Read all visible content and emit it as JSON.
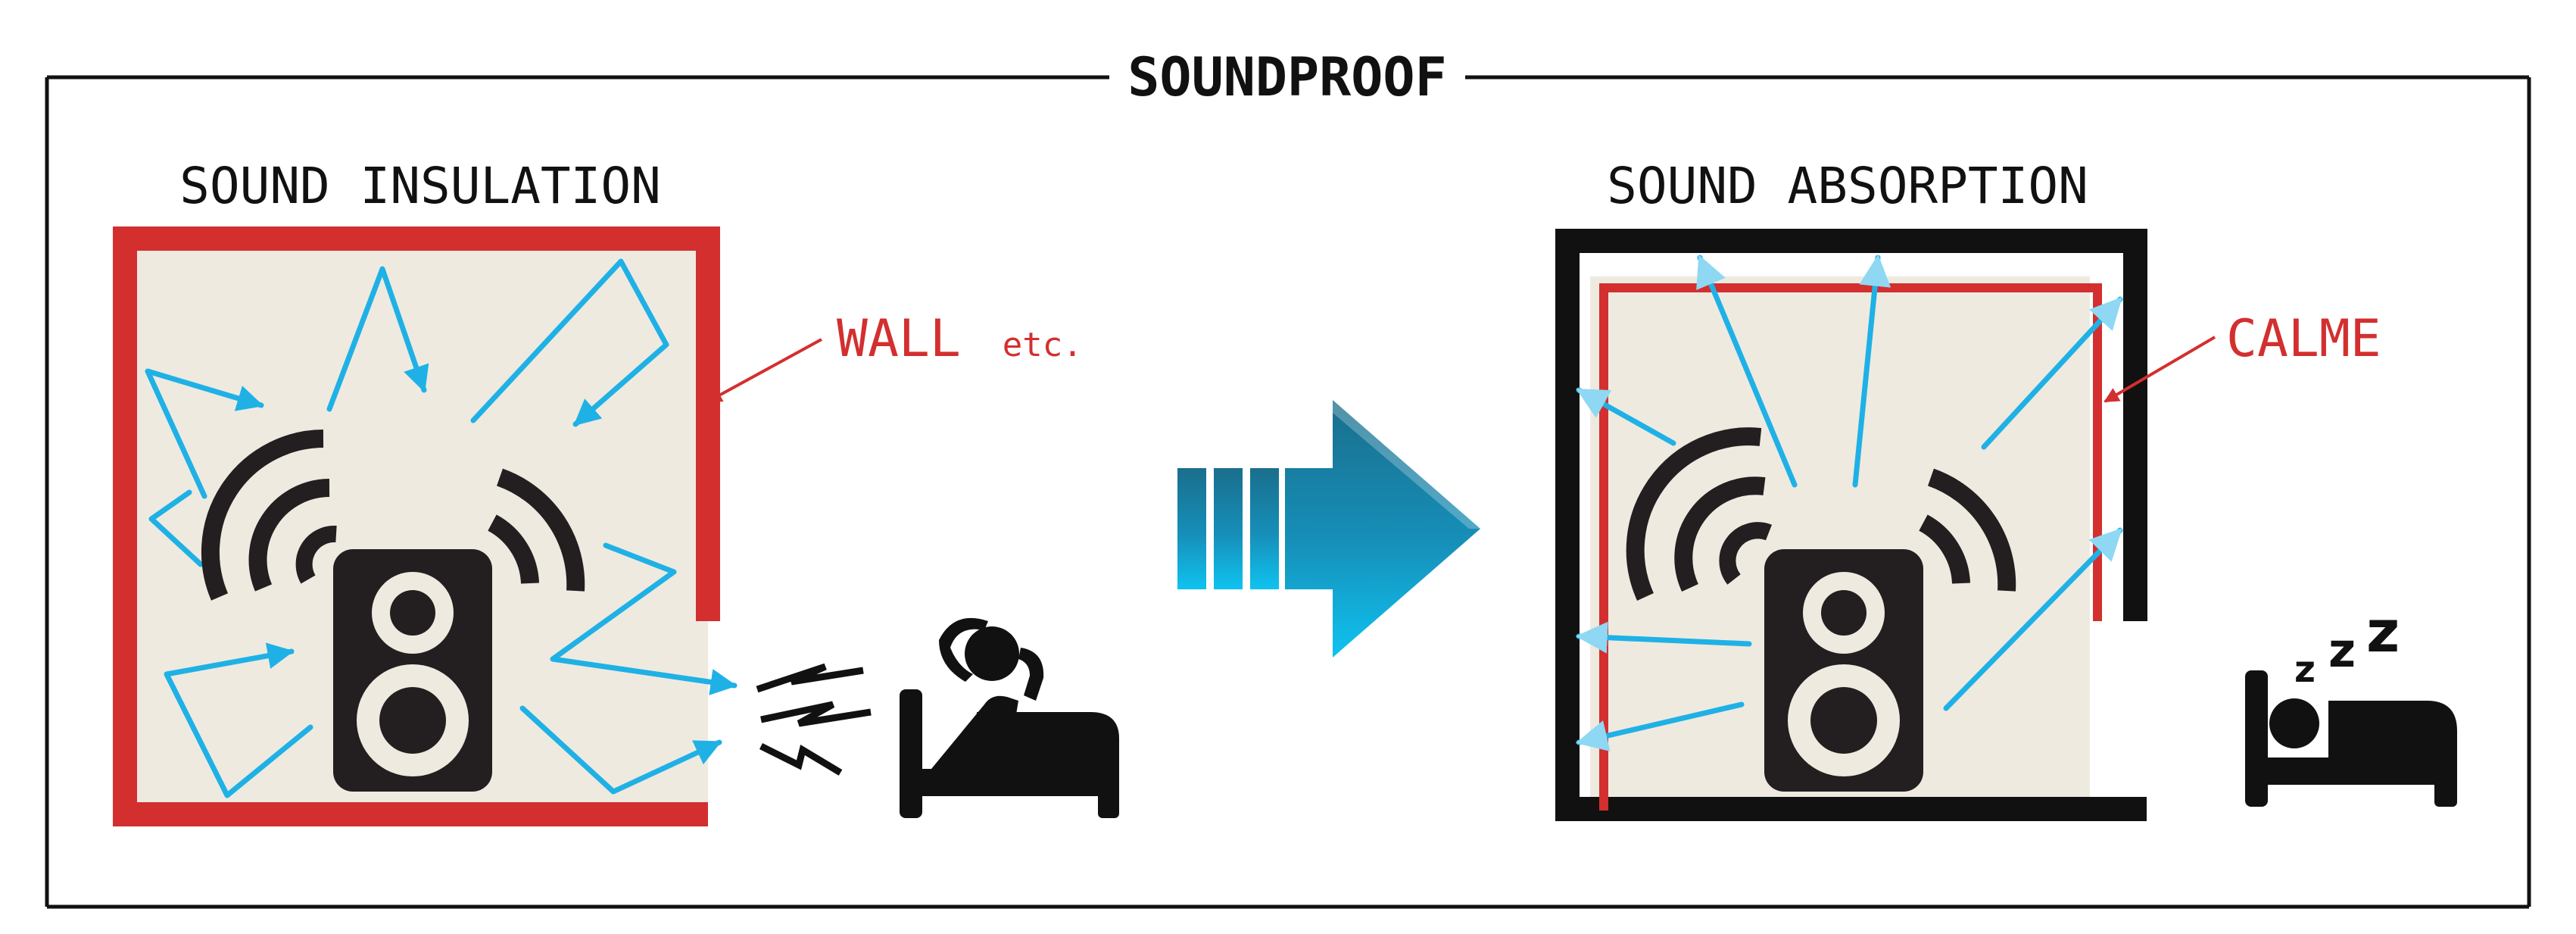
{
  "frame": {
    "title": "SOUNDPROOF"
  },
  "insulation": {
    "heading": "SOUND INSULATION",
    "label_main": "WALL",
    "label_suffix": "etc."
  },
  "absorption": {
    "heading": "SOUND ABSORPTION",
    "label_main": "CALME"
  },
  "sleep": {
    "zzz": [
      "z",
      "z",
      "z"
    ]
  },
  "colors": {
    "wall_red": "#d32f2f",
    "room_fill": "#eeeae0",
    "sound_wave": "#1fb1e6",
    "speaker": "#231f20",
    "arrow_teal": "#17a8d6",
    "frame": "#111111"
  },
  "icons": {
    "speaker": "speaker-icon",
    "sound_waves": "sound-waves-icon",
    "noise": "noise-lightning-icon",
    "disturbed_person": "disturbed-person-in-bed-icon",
    "sleeping_person": "sleeping-person-in-bed-icon",
    "transition_arrow": "right-arrow-icon"
  }
}
